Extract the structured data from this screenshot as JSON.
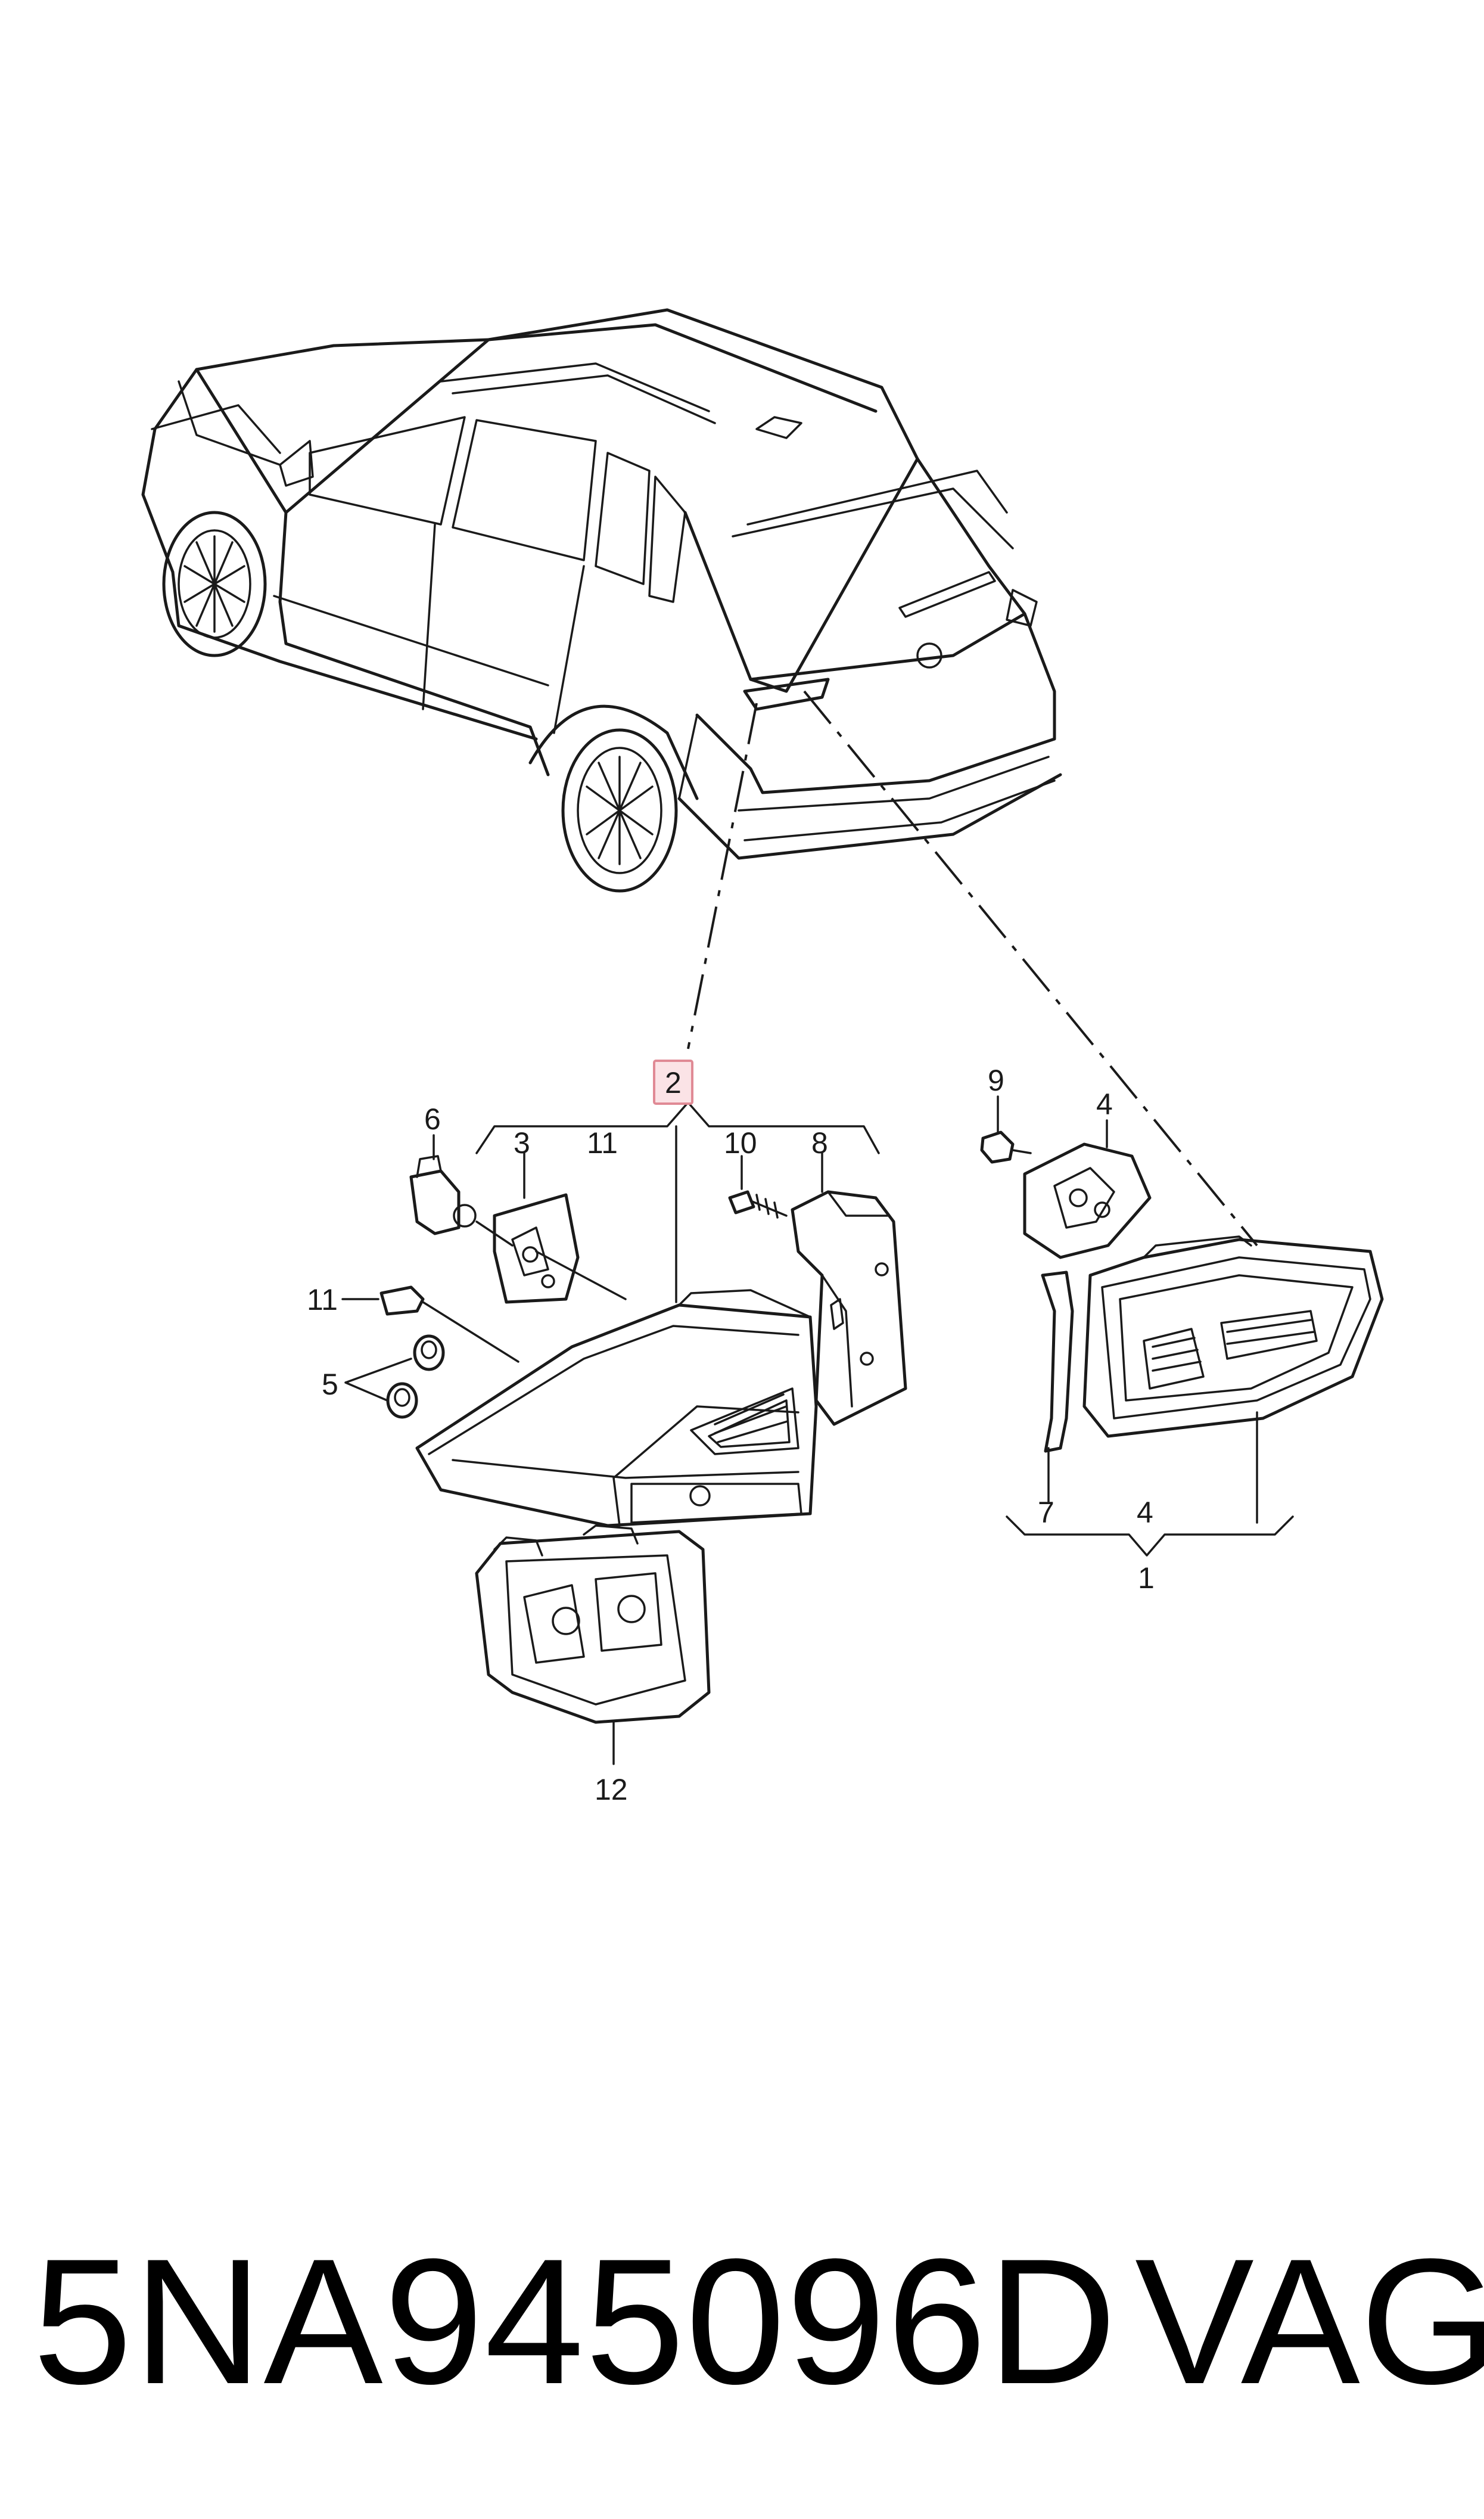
{
  "labels": {
    "l1": "1",
    "l2": "2",
    "l3": "3",
    "l4a": "4",
    "l4b": "4",
    "l5": "5",
    "l6": "6",
    "l7": "7",
    "l8": "8",
    "l9": "9",
    "l10": "10",
    "l11a": "11",
    "l11b": "11",
    "l12": "12"
  },
  "footer": {
    "part_number": "5NA945096D",
    "brand": "VAG"
  },
  "colors": {
    "line": "#1a1a1a",
    "highlight_fill": "#fbe3e6",
    "highlight_stroke": "#e08a95"
  }
}
